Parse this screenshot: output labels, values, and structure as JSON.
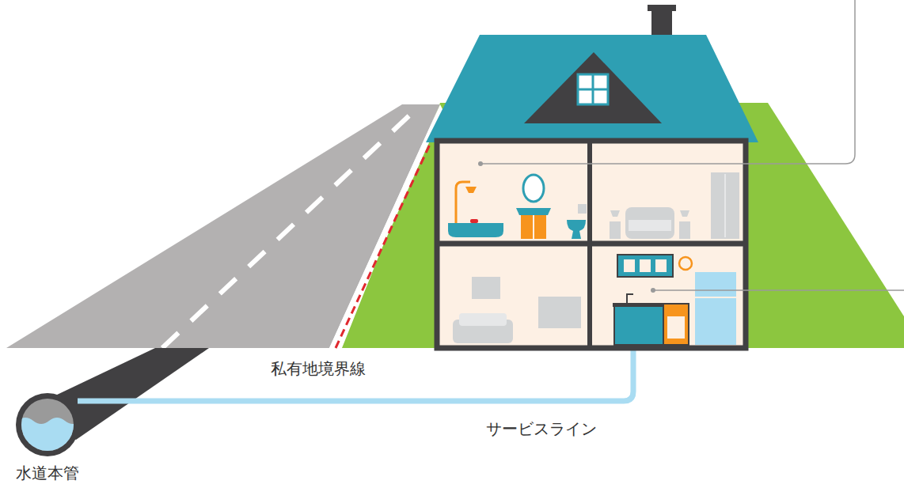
{
  "diagram": {
    "labels": [
      "私有地境界線",
      "サービスライン",
      "水道本管"
    ]
  }
}
